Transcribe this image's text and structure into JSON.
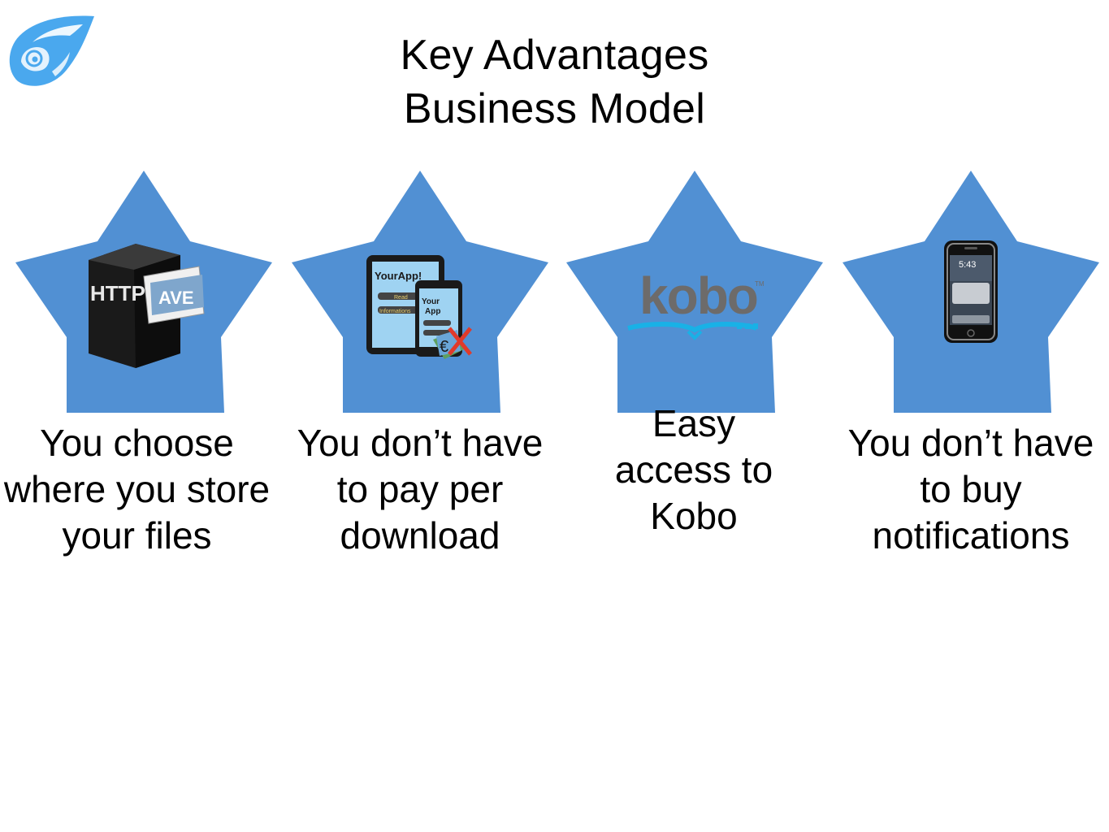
{
  "title": {
    "line1": "Key Advantages",
    "line2": "Business Model"
  },
  "colors": {
    "star": "#5190d3",
    "logo": "#4aa8ee",
    "kobo_text": "#6d6b6a",
    "kobo_book": "#19b1e6"
  },
  "stars": [
    {
      "icon": "http-file-box-icon",
      "box_label": "HTTP",
      "caption": [
        "You choose",
        "where you store",
        "your files"
      ]
    },
    {
      "icon": "tablet-phone-app-icon",
      "app_label": "YourApp!",
      "buttons": [
        "Read",
        "Informations"
      ],
      "caption": [
        "You don’t have",
        "to pay per",
        "download"
      ]
    },
    {
      "icon": "kobo-logo-icon",
      "logo_text": "kobo",
      "caption": [
        "Easy",
        "access to",
        "Kobo"
      ]
    },
    {
      "icon": "smartphone-icon",
      "phone_time": "5:43",
      "caption": [
        "You don’t have",
        "to buy",
        "notifications"
      ]
    }
  ]
}
